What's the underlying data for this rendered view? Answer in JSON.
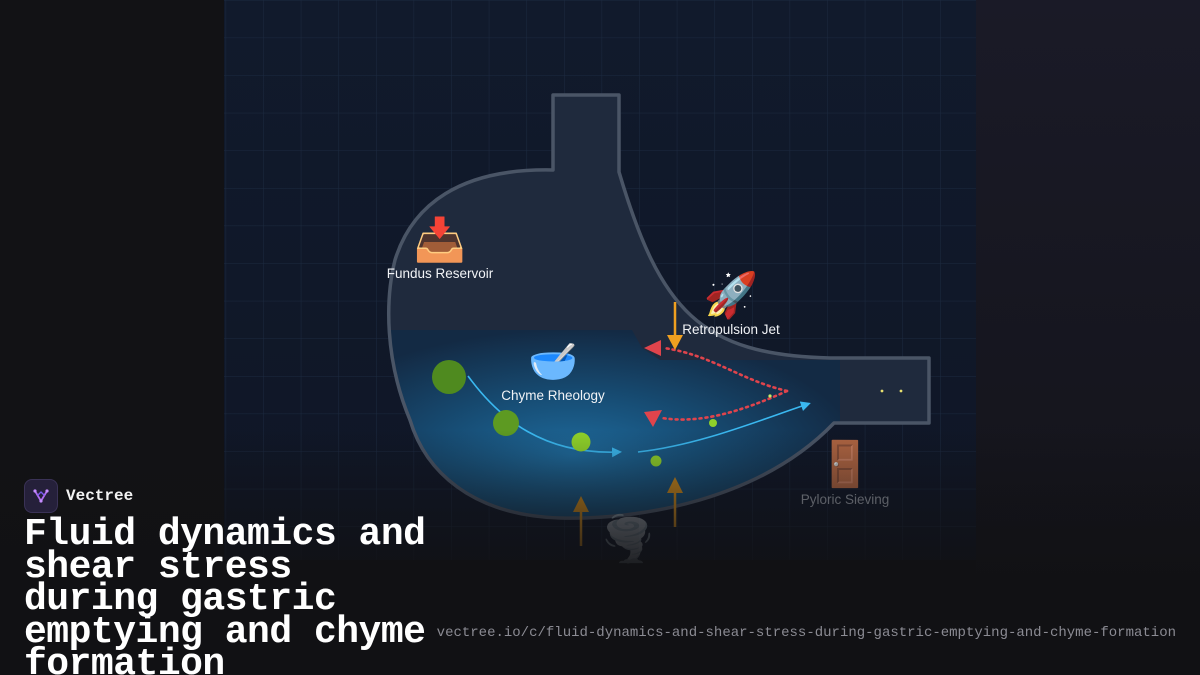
{
  "brand": {
    "name": "Vectree"
  },
  "headline": "Fluid dynamics and shear stress during gastric emptying and chyme formation",
  "footer": {
    "url": "vectree.io/c/fluid-dynamics-and-shear-stress-during-gastric-emptying-and-chyme-formation"
  },
  "diagram": {
    "labels": {
      "fundus": "Fundus Reservoir",
      "chyme": "Chyme Rheology",
      "retropulsion": "Retropulsion Jet",
      "pylorus": "Pyloric Sieving"
    },
    "icons": {
      "fundus": "inbox-tray-icon",
      "chyme": "bowl-with-spoon-icon",
      "retropulsion": "rocket-icon",
      "pylorus": "door-icon",
      "vortex": "tornado-icon",
      "logo": "vectree-logo-icon"
    },
    "colors": {
      "flow_blue": "#3ab8f0",
      "jet_red": "#e0444c",
      "force_orange": "#f0a020",
      "particle_green": "#8fd12a",
      "particle_dark_green": "#4f8a1f",
      "wall": "#4a5566",
      "grid": "#1c2a40",
      "fluid_glow": "#1a5c8a"
    }
  }
}
